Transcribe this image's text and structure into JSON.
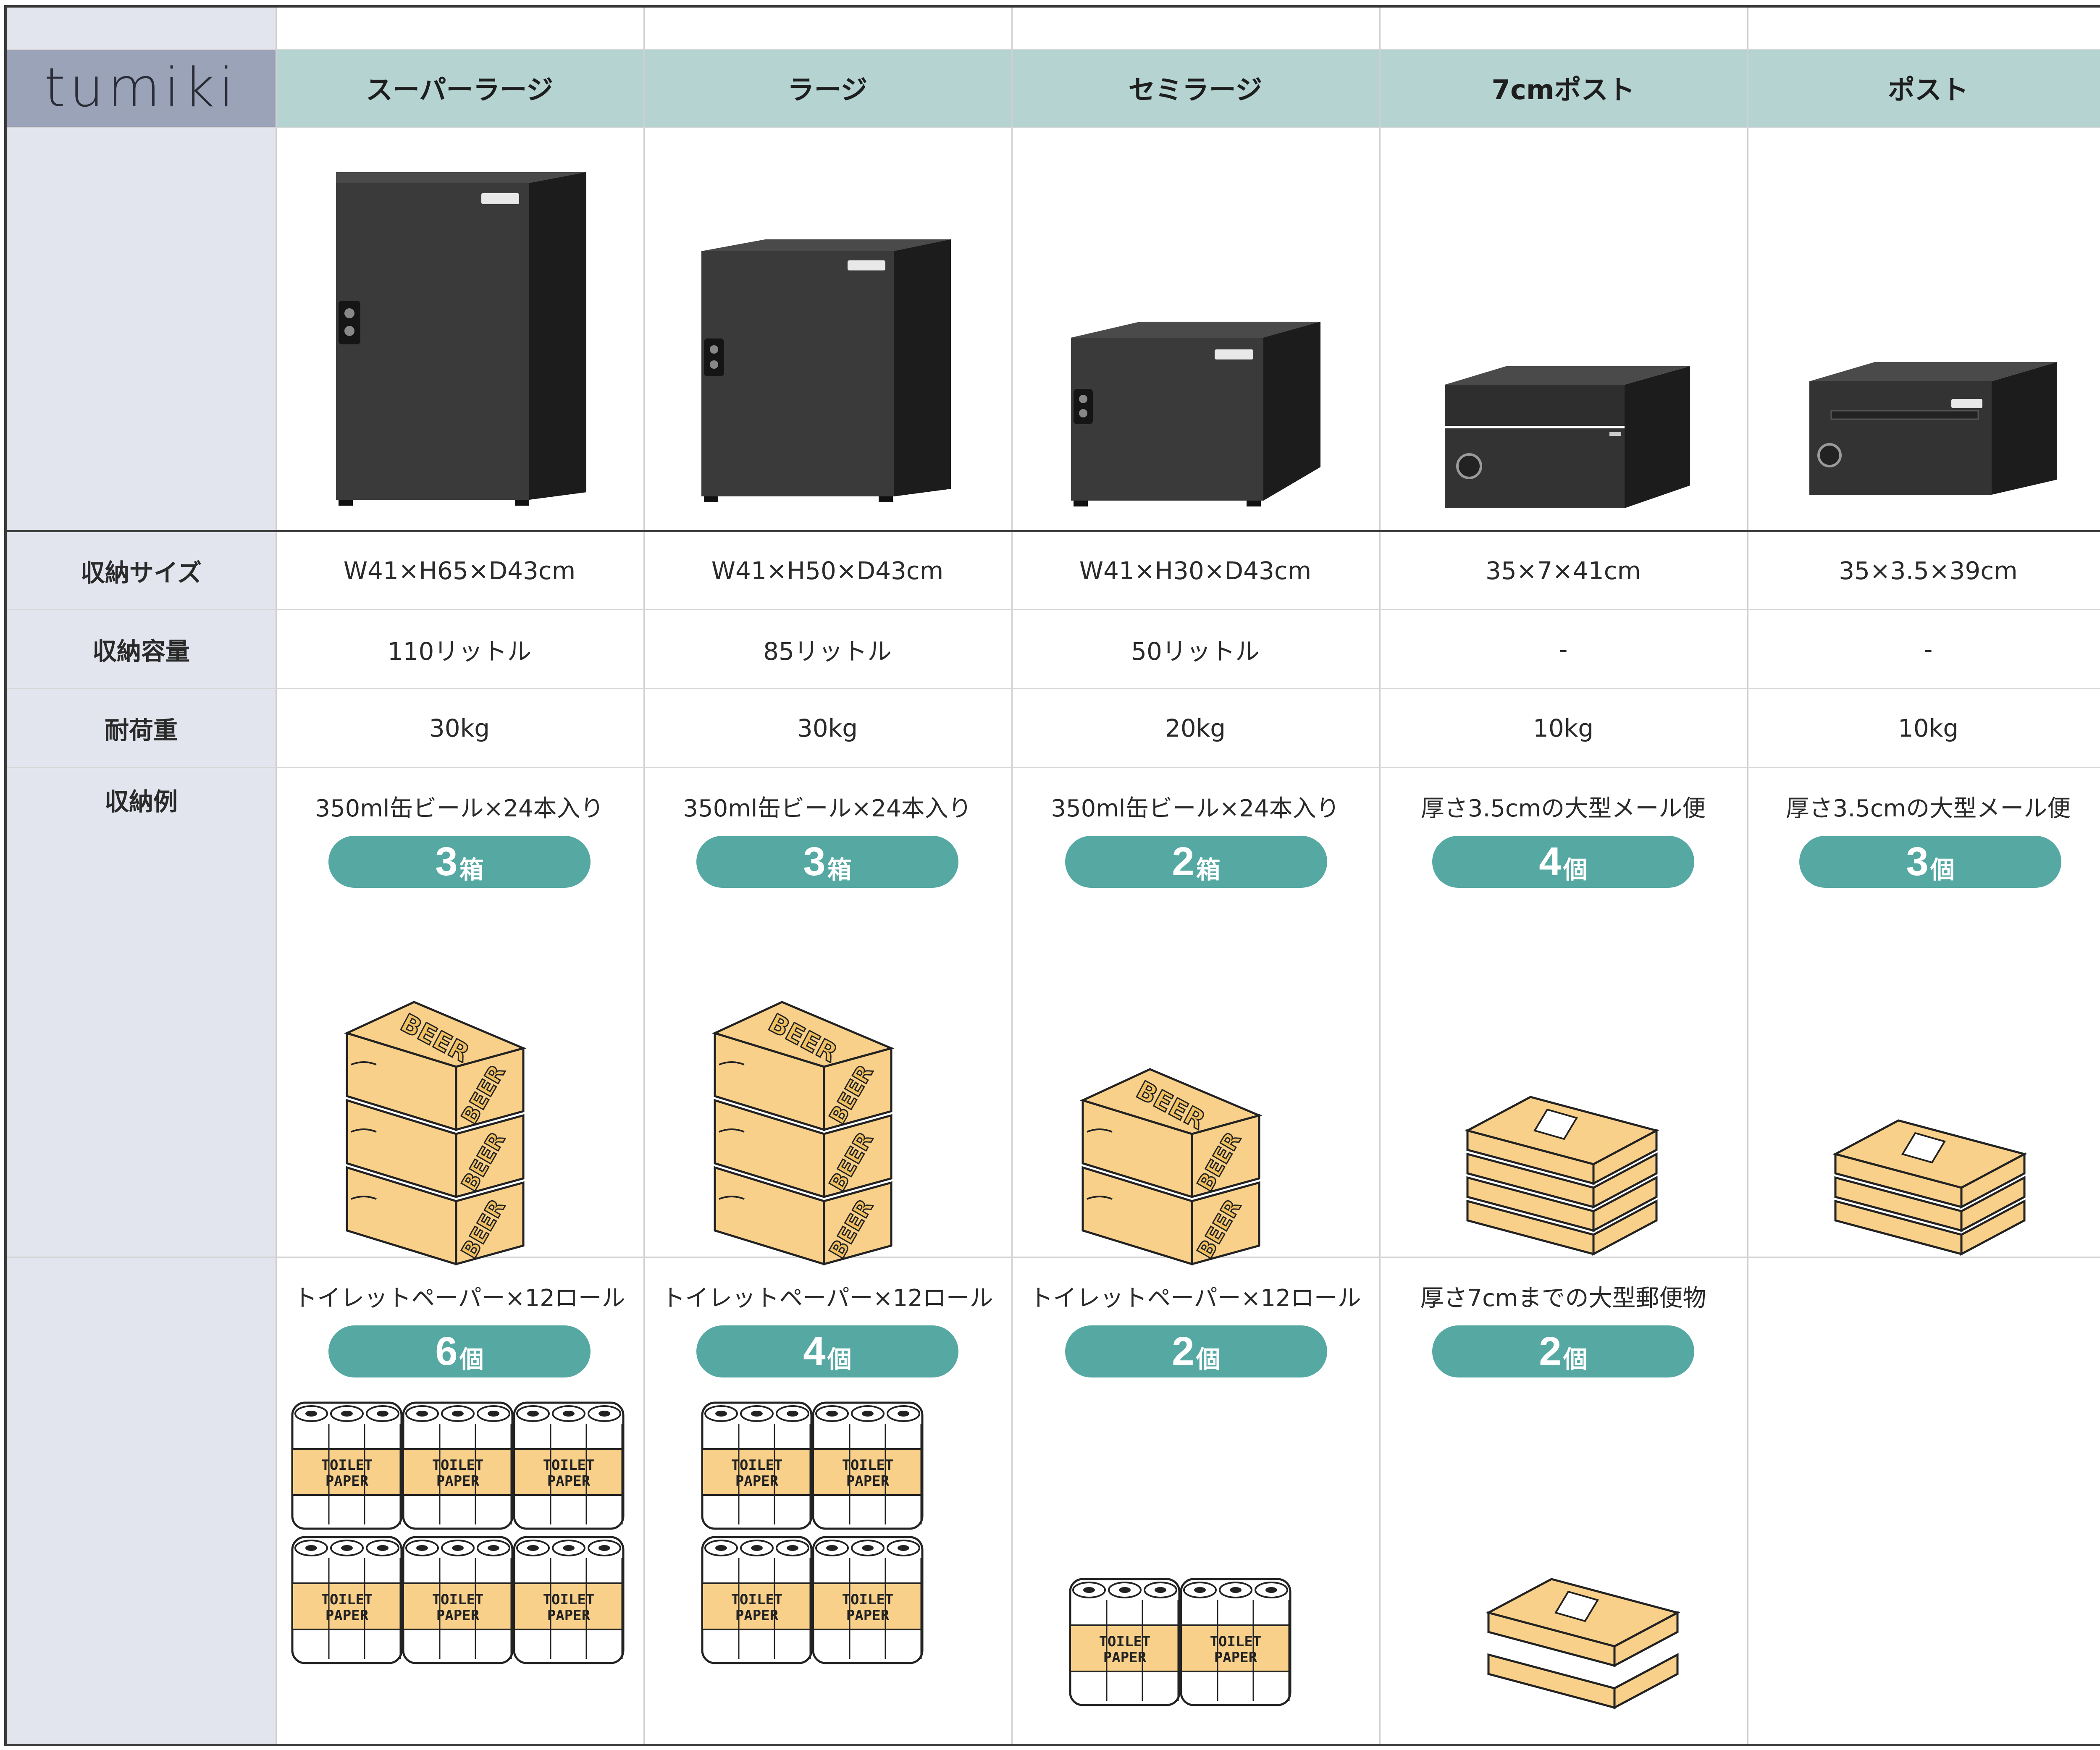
{
  "brand": "tumiki",
  "columns": [
    "スーパーラージ",
    "ラージ",
    "セミラージ",
    "7cmポスト",
    "ポスト"
  ],
  "rows": {
    "size": {
      "label": "収納サイズ",
      "values": [
        "W41×H65×D43cm",
        "W41×H50×D43cm",
        "W41×H30×D43cm",
        "35×7×41cm",
        "35×3.5×39cm"
      ]
    },
    "capacity": {
      "label": "収納容量",
      "values": [
        "110リットル",
        "85リットル",
        "50リットル",
        "-",
        "-"
      ]
    },
    "load": {
      "label": "耐荷重",
      "values": [
        "30kg",
        "30kg",
        "20kg",
        "10kg",
        "10kg"
      ]
    }
  },
  "examples_label": "収納例",
  "examples_row1": [
    {
      "caption": "350ml缶ビール×24本入り",
      "count": "3",
      "unit": "箱"
    },
    {
      "caption": "350ml缶ビール×24本入り",
      "count": "3",
      "unit": "箱"
    },
    {
      "caption": "350ml缶ビール×24本入り",
      "count": "2",
      "unit": "箱"
    },
    {
      "caption": "厚さ3.5cmの大型メール便",
      "count": "4",
      "unit": "個"
    },
    {
      "caption": "厚さ3.5cmの大型メール便",
      "count": "3",
      "unit": "個"
    }
  ],
  "examples_row2": [
    {
      "caption": "トイレットペーパー×12ロール",
      "count": "6",
      "unit": "個"
    },
    {
      "caption": "トイレットペーパー×12ロール",
      "count": "4",
      "unit": "個"
    },
    {
      "caption": "トイレットペーパー×12ロール",
      "count": "2",
      "unit": "個"
    },
    {
      "caption": "厚さ7cmまでの大型郵便物",
      "count": "2",
      "unit": "個"
    }
  ],
  "artwork_text": {
    "beer": "BEER",
    "toilet_1": "TOILET",
    "toilet_2": "PAPER"
  },
  "colors": {
    "header": "#b4d3d1",
    "brand_bg": "#9aa3b8",
    "label_col": "#e3e5ee",
    "pill": "#56a8a3",
    "box": "#f8d08a"
  }
}
